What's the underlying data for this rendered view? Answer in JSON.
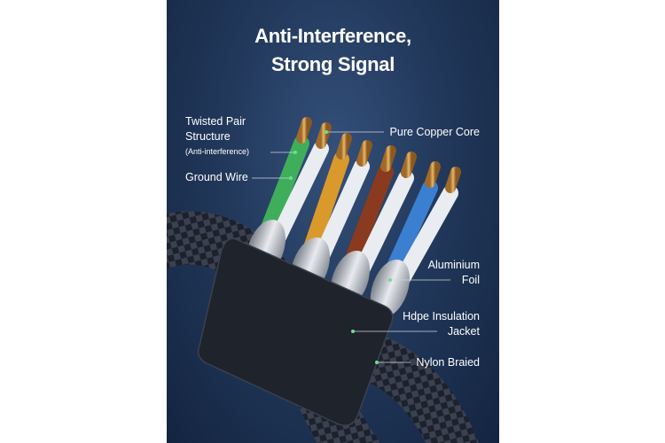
{
  "title": {
    "line1": "Anti-Interference,",
    "line2": "Strong Signal"
  },
  "labels": {
    "twisted_pair_1": "Twisted Pair",
    "twisted_pair_2": "Structure",
    "twisted_pair_3": "(Anti-interference)",
    "ground_wire": "Ground Wire",
    "copper_core": "Pure Copper Core",
    "foil_1": "Aluminium",
    "foil_2": "Foil",
    "jacket_1": "Hdpe Insulation",
    "jacket_2": "Jacket",
    "nylon": "Nylon Braied"
  },
  "colors": {
    "background": "#22395c",
    "marker": "#6fe08a",
    "wire_green": "#3fae5a",
    "wire_orange": "#d99a2b",
    "wire_brown": "#8a3a1e",
    "wire_blue": "#3b7fd0"
  }
}
